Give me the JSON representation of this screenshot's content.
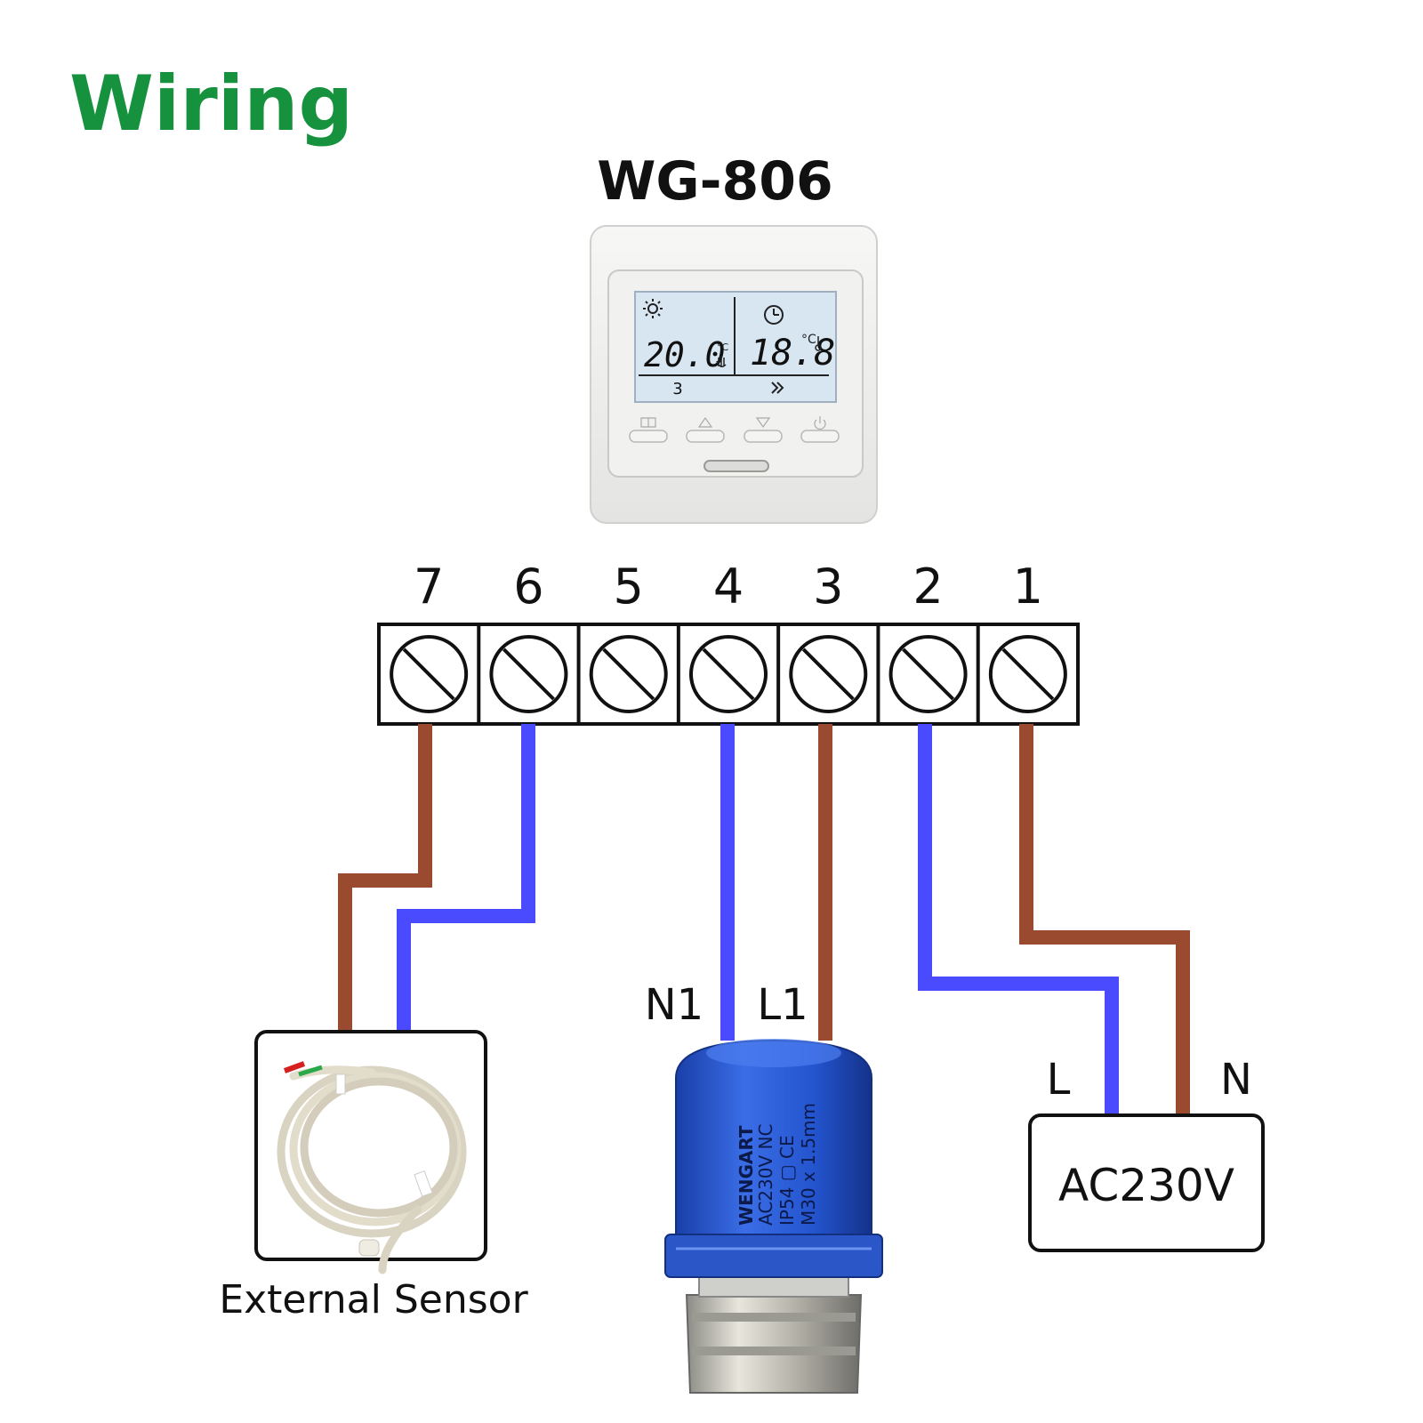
{
  "page_title": "Wiring",
  "model": "WG-806",
  "colors": {
    "title": "#16923f",
    "brown_wire": "#9a4a2f",
    "blue_wire": "#4a4aff",
    "actuator": "#1e4fc4",
    "lcd": "#d8e6f2"
  },
  "thermostat": {
    "display": {
      "set_temp": "20.0",
      "room_temp": "18.8",
      "unit": "°C",
      "bottom_number": "3"
    },
    "buttons": [
      {
        "icon": "book-icon"
      },
      {
        "icon": "arrow-up-icon"
      },
      {
        "icon": "arrow-down-icon"
      },
      {
        "icon": "power-icon"
      }
    ]
  },
  "terminals": [
    "7",
    "6",
    "5",
    "4",
    "3",
    "2",
    "1"
  ],
  "sensor": {
    "label": "External Sensor"
  },
  "actuator": {
    "n_label": "N1",
    "l_label": "L1",
    "text": {
      "brand": "WENGART",
      "spec": "AC230V NC",
      "rating": "IP54 ▢ CE",
      "thread": "M30 x 1.5mm"
    }
  },
  "power": {
    "label": "AC230V",
    "l_label": "L",
    "n_label": "N"
  }
}
